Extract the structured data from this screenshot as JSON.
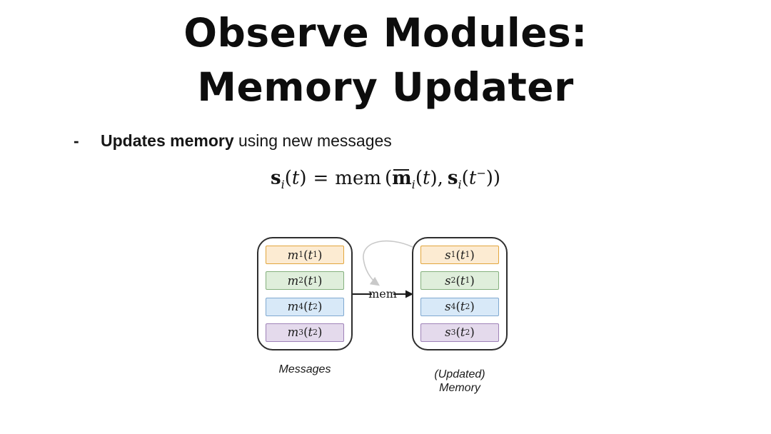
{
  "slide": {
    "title_line1": "Observe Modules:",
    "title_line2": "Memory Updater"
  },
  "bullet": {
    "marker": "-",
    "emphasis": "Updates memory",
    "text": " using new messages"
  },
  "formula": {
    "lhs_sym": "s",
    "lhs_sub": "i",
    "open1": "(",
    "t1": "t",
    "close1": ")",
    "equals": "=",
    "fn": "mem",
    "open_outer": "(",
    "m_sym": "m",
    "m_sub": "i",
    "open2": "(",
    "t2": "t",
    "close2": "),",
    "s_sym": "s",
    "s_sub": "i",
    "open3": "(",
    "t3": "t",
    "sup_minus": "−",
    "close3": "))"
  },
  "diagram": {
    "mem_label": "mem",
    "lp": "(",
    "rp": ")",
    "left": {
      "caption": "Messages",
      "rows": [
        {
          "sym": "m",
          "sub": "1",
          "arg": "t",
          "arg_sub": "1",
          "fill": "#fcebd2",
          "border": "#e2a63d"
        },
        {
          "sym": "m",
          "sub": "2",
          "arg": "t",
          "arg_sub": "1",
          "fill": "#dfeedb",
          "border": "#84b07d"
        },
        {
          "sym": "m",
          "sub": "4",
          "arg": "t",
          "arg_sub": "2",
          "fill": "#d8e9f8",
          "border": "#7fa8d0"
        },
        {
          "sym": "m",
          "sub": "3",
          "arg": "t",
          "arg_sub": "2",
          "fill": "#e4daec",
          "border": "#9e82b8"
        }
      ]
    },
    "right": {
      "caption_line1": "(Updated)",
      "caption_line2": "Memory",
      "rows": [
        {
          "sym": "s",
          "sub": "1",
          "arg": "t",
          "arg_sub": "1",
          "fill": "#fcebd2",
          "border": "#e2a63d"
        },
        {
          "sym": "s",
          "sub": "2",
          "arg": "t",
          "arg_sub": "1",
          "fill": "#dfeedb",
          "border": "#84b07d"
        },
        {
          "sym": "s",
          "sub": "4",
          "arg": "t",
          "arg_sub": "2",
          "fill": "#d8e9f8",
          "border": "#7fa8d0"
        },
        {
          "sym": "s",
          "sub": "3",
          "arg": "t",
          "arg_sub": "2",
          "fill": "#e4daec",
          "border": "#9e82b8"
        }
      ]
    },
    "colors": {
      "mem_arrow": "#1a1a1a",
      "recurrence_arrow": "#c9c9c9",
      "box_border": "#2e2e2e"
    }
  }
}
